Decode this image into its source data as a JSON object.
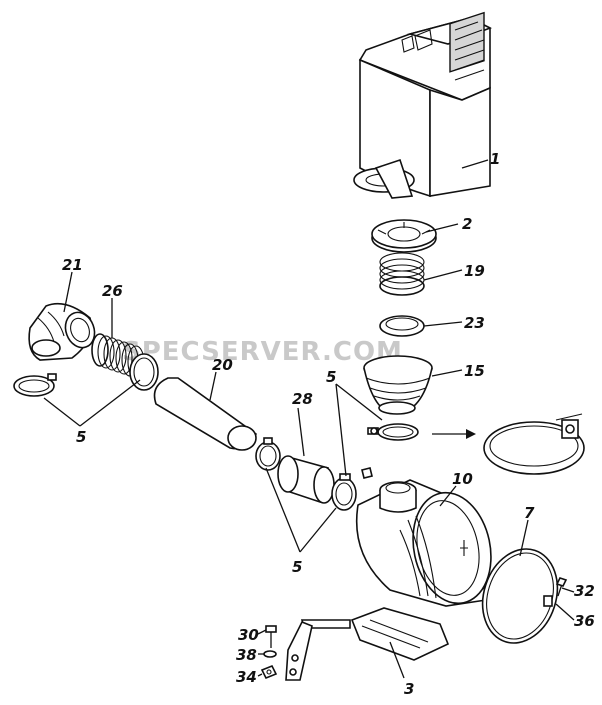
{
  "watermark": "SPECSERVER.COM",
  "labels": {
    "l1": "1",
    "l2": "2",
    "l19": "19",
    "l23": "23",
    "l15": "15",
    "l21": "21",
    "l26": "26",
    "l20": "20",
    "l28": "28",
    "l5a": "5",
    "l5b": "5",
    "l5c": "5",
    "l10": "10",
    "l7": "7",
    "l32": "32",
    "l36": "36",
    "l30": "30",
    "l38": "38",
    "l34": "34",
    "l3": "3"
  }
}
